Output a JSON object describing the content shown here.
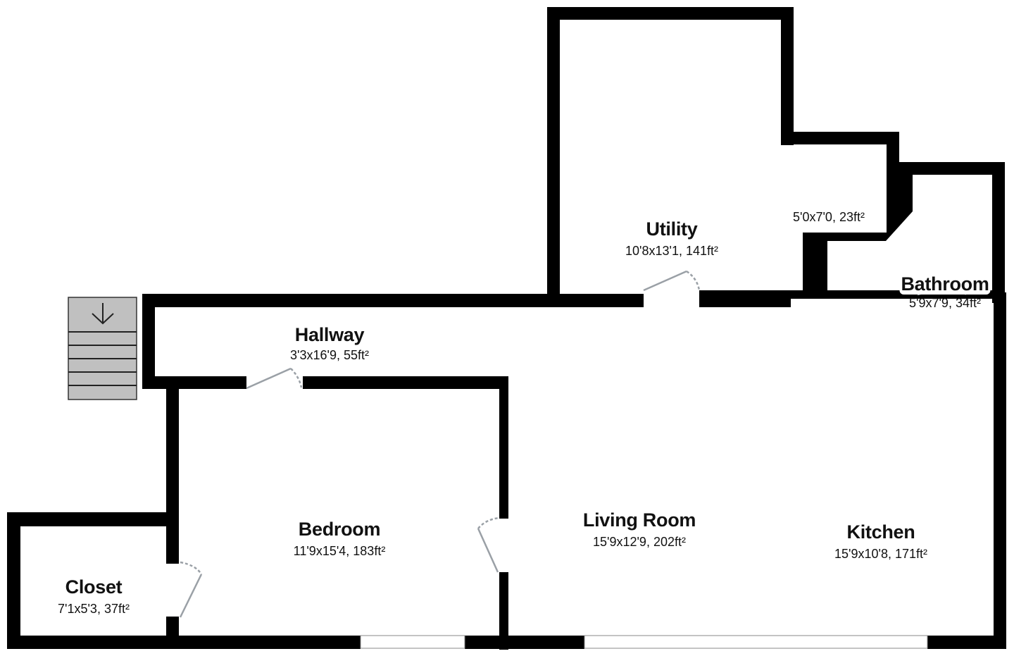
{
  "floorplan": {
    "wall_color": "#000000",
    "door_color": "#9aa0a6",
    "stair_fill": "#c0c0c0",
    "rooms": [
      {
        "id": "utility",
        "name": "Utility",
        "dims": "10'8x13'1, 141ft²"
      },
      {
        "id": "utility-alcove",
        "name": "",
        "dims": "5'0x7'0, 23ft²"
      },
      {
        "id": "bathroom",
        "name": "Bathroom",
        "dims": "5'9x7'9, 34ft²"
      },
      {
        "id": "hallway",
        "name": "Hallway",
        "dims": "3'3x16'9, 55ft²"
      },
      {
        "id": "bedroom",
        "name": "Bedroom",
        "dims": "11'9x15'4, 183ft²"
      },
      {
        "id": "closet",
        "name": "Closet",
        "dims": "7'1x5'3, 37ft²"
      },
      {
        "id": "living-room",
        "name": "Living Room",
        "dims": "15'9x12'9, 202ft²"
      },
      {
        "id": "kitchen",
        "name": "Kitchen",
        "dims": "15'9x10'8, 171ft²"
      }
    ],
    "stairs": {
      "icon": "arrow-down-icon",
      "direction": "down",
      "steps": 5
    }
  }
}
